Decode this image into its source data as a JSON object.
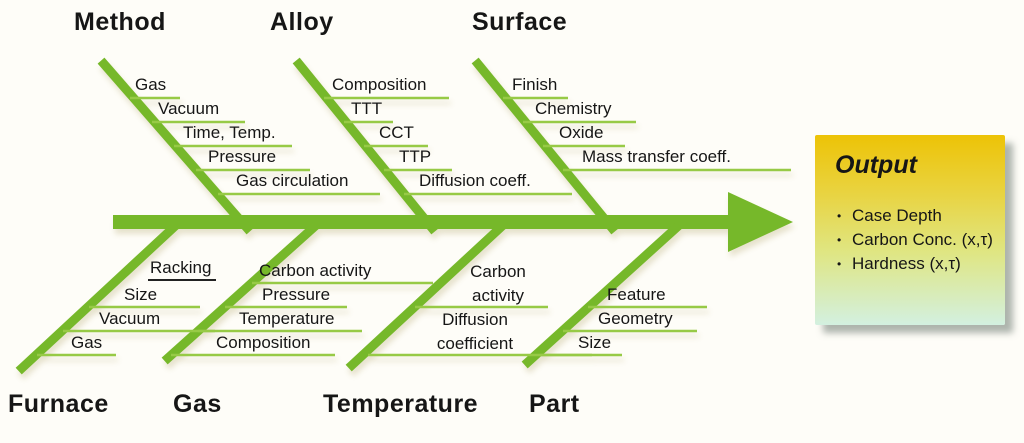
{
  "diagram": {
    "branches_top": [
      {
        "label": "Method",
        "items": [
          "Gas",
          "Vacuum",
          "Time, Temp.",
          "Pressure",
          "Gas circulation"
        ]
      },
      {
        "label": "Alloy",
        "items": [
          "Composition",
          "TTT",
          "CCT",
          "TTP",
          "Diffusion coeff."
        ]
      },
      {
        "label": "Surface",
        "items": [
          "Finish",
          "Chemistry",
          "Oxide",
          "Mass transfer coeff."
        ]
      }
    ],
    "branches_bottom": [
      {
        "label": "Furnace",
        "items": [
          "Racking",
          "Size",
          "Vacuum",
          "Gas"
        ]
      },
      {
        "label": "Gas",
        "items": [
          "Carbon activity",
          "Pressure",
          "Temperature",
          "Composition"
        ]
      },
      {
        "label": "Temperature",
        "items": [
          "Carbon activity",
          "Diffusion coefficient"
        ]
      },
      {
        "label": "Part",
        "items": [
          "Feature",
          "Geometry",
          "Size"
        ]
      }
    ],
    "output_box": {
      "title": "Output",
      "items": [
        "Case Depth",
        "Carbon Conc. (x,τ)",
        "Hardness (x,τ)"
      ]
    },
    "colors": {
      "branch_green": "#76b82a",
      "twig_green": "#97ca46",
      "text_color": "#161616",
      "box_top": "#edc306",
      "box_bottom": "#d3f0e0"
    }
  }
}
